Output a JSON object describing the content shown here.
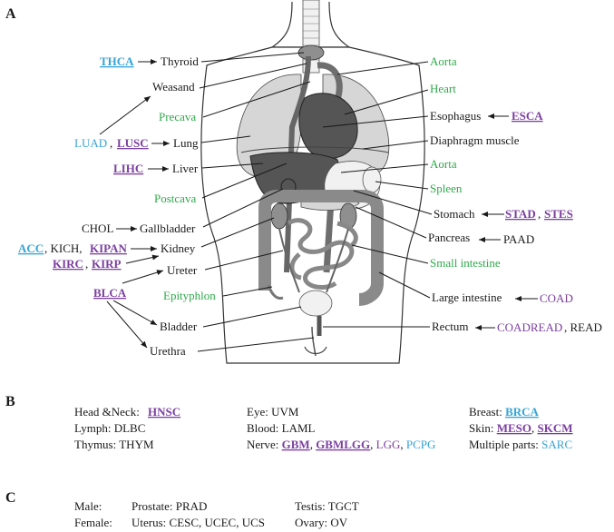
{
  "panels": {
    "a": "A",
    "b": "B",
    "c": "C"
  },
  "panel_a": {
    "left": {
      "thca": "THCA",
      "thyroid": "Thyroid",
      "weasand": "Weasand",
      "precava": "Precava",
      "luad": "LUAD",
      "comma1": ", ",
      "lusc": "LUSC",
      "lung": "Lung",
      "lihc": "LIHC",
      "liver": "Liver",
      "postcava": "Postcava",
      "chol": "CHOL",
      "gallbladder": "Gallbladder",
      "acc": "ACC",
      "kich": ", KICH, ",
      "kipan": "KIPAN",
      "kidney": "Kidney",
      "kirc": "KIRC",
      "comma2": ", ",
      "kirp": "KIRP",
      "ureter": "Ureter",
      "blca": "BLCA",
      "epityphlon": "Epityphlon",
      "bladder": "Bladder",
      "urethra": "Urethra"
    },
    "right": {
      "aorta1": "Aorta",
      "heart": "Heart",
      "esophagus": "Esophagus",
      "esca": "ESCA",
      "diaphragm": "Diaphragm muscle",
      "aorta2": "Aorta",
      "spleen": "Spleen",
      "stomach": "Stomach",
      "stad": "STAD",
      "comma3": ", ",
      "stes": "STES",
      "pancreas": "Pancreas",
      "paad": "PAAD",
      "small_intestine": "Small intestine",
      "large_intestine": "Large intestine",
      "coad": "COAD",
      "rectum": "Rectum",
      "coadread": "COADREAD",
      "read": ", READ"
    }
  },
  "panel_b": {
    "col1": {
      "r1_label": "Head &Neck: ",
      "r1_val": "HNSC",
      "r2": "Lymph: DLBC",
      "r3": "Thymus: THYM"
    },
    "col2": {
      "r1": "Eye: UVM",
      "r2": "Blood: LAML",
      "r3_label": "Nerve: ",
      "r3_gbm": "GBM",
      "r3_c1": ", ",
      "r3_gbmlgg": "GBMLGG",
      "r3_c2": ", ",
      "r3_lgg": "LGG",
      "r3_c3": ", ",
      "r3_pcpg": "PCPG"
    },
    "col3": {
      "r1_label": "Breast: ",
      "r1_val": "BRCA",
      "r2_label": "Skin: ",
      "r2_meso": "MESO",
      "r2_c": ", ",
      "r2_skcm": "SKCM",
      "r3_label": "Multiple parts: ",
      "r3_val": "SARC"
    }
  },
  "panel_c": {
    "male": "Male:",
    "prostate": "Prostate: PRAD",
    "testis": "Testis: TGCT",
    "female": "Female:",
    "uterus": "Uterus: CESC, UCEC, UCS",
    "ovary": "Ovary:  OV"
  },
  "colors": {
    "normal_tissue": "#2eaa4a",
    "cancer_blue": "#35a3d6",
    "cancer_purple": "#7b3fa0",
    "text": "#1a1a1a"
  }
}
